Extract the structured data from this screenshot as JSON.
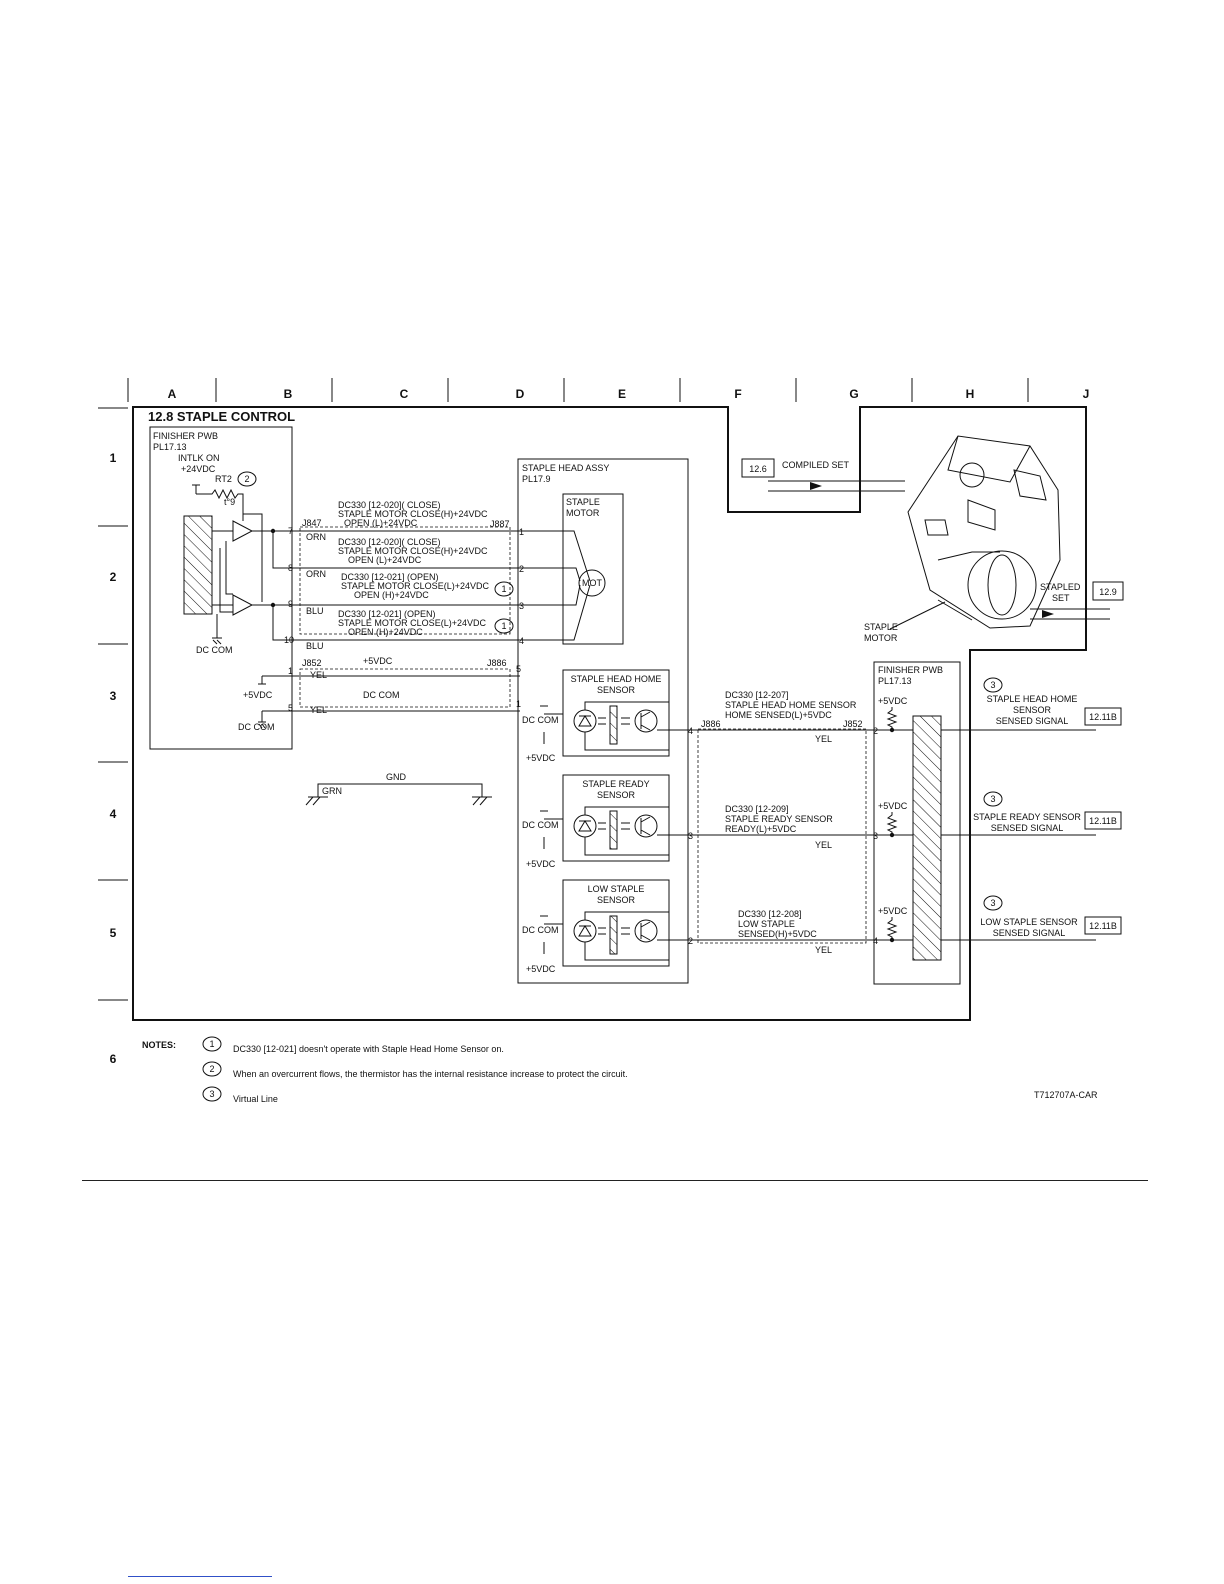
{
  "diagram": {
    "title": "12.8 STAPLE CONTROL",
    "drawing_id": "T712707A-CAR",
    "col_labels": [
      "A",
      "B",
      "C",
      "D",
      "E",
      "F",
      "G",
      "H",
      "J"
    ],
    "row_labels": [
      "1",
      "2",
      "3",
      "4",
      "5",
      "6"
    ],
    "finisher_pwb_left": {
      "name": "FINISHER PWB",
      "pl": "PL17.13",
      "intlk": "INTLK ON",
      "v24": "+24VDC",
      "rt2": "RT2",
      "thermo": "t°9",
      "dccom": "DC COM"
    },
    "staple_head_assy": {
      "name": "STAPLE HEAD ASSY",
      "pl": "PL17.9",
      "motor": "STAPLE MOTOR",
      "mot": "MOT"
    },
    "connectors": {
      "j847": "J847",
      "j887": "J887",
      "j852": "J852",
      "j886": "J886"
    },
    "pins": {
      "p7": "7",
      "p8": "8",
      "p9": "9",
      "p10": "10",
      "p1": "1",
      "p5": "5",
      "p2": "2",
      "p3": "3",
      "p4": "4"
    },
    "wire_colors": {
      "orn": "ORN",
      "blu": "BLU",
      "yel": "YEL",
      "grn": "GRN"
    },
    "signals": {
      "s1a": "DC330 [12-020]( CLOSE)",
      "s1b": "STAPLE MOTOR CLOSE(H)+24VDC",
      "s1c": "OPEN (L)+24VDC",
      "s2a": "DC330 [12-020]( CLOSE)",
      "s2b": "STAPLE MOTOR CLOSE(H)+24VDC",
      "s2c": "OPEN (L)+24VDC",
      "s3a": "DC330 [12-021] (OPEN)",
      "s3b": "STAPLE MOTOR CLOSE(L)+24VDC",
      "s3c": "OPEN (H)+24VDC",
      "s4a": "DC330 [12-021] (OPEN)",
      "s4b": "STAPLE MOTOR CLOSE(L)+24VDC",
      "s4c": "OPEN (H)+24VDC"
    },
    "power": {
      "v5": "+5VDC",
      "dccom": "DC COM",
      "gnd": "GND"
    },
    "sensors": {
      "home_a": "STAPLE HEAD HOME",
      "home_b": "SENSOR",
      "ready_a": "STAPLE READY",
      "ready_b": "SENSOR",
      "low_a": "LOW STAPLE",
      "low_b": "SENSOR"
    },
    "sensor_signals": {
      "h1": "DC330 [12-207]",
      "h2": "STAPLE HEAD HOME SENSOR",
      "h3": "HOME SENSED(L)+5VDC",
      "r1": "DC330 [12-209]",
      "r2": "STAPLE READY SENSOR",
      "r3": "READY(L)+5VDC",
      "l1": "DC330 [12-208]",
      "l2": "LOW STAPLE",
      "l3": "SENSED(H)+5VDC"
    },
    "finisher_pwb_right": {
      "name": "FINISHER PWB",
      "pl": "PL17.13"
    },
    "outputs": {
      "o1a": "STAPLE HEAD HOME",
      "o1b": "SENSOR",
      "o1c": "SENSED SIGNAL",
      "o2a": "STAPLE READY SENSOR",
      "o2b": "SENSED SIGNAL",
      "o3a": "LOW STAPLE SENSOR",
      "o3b": "SENSED SIGNAL",
      "ref": "12.11B"
    },
    "flags": {
      "f126": "12.6",
      "compiled": "COMPILED SET",
      "f129": "12.9",
      "stapled_a": "STAPLED",
      "stapled_b": "SET",
      "motor_a": "STAPLE",
      "motor_b": "MOTOR"
    },
    "notes": {
      "label": "NOTES:",
      "n1_num": "1",
      "n1": "DC330 [12-021] doesn't operate with Staple Head Home Sensor on.",
      "n2_num": "2",
      "n2": "When an overcurrent flows, the thermistor has the internal resistance increase to protect the circuit.",
      "n3_num": "3",
      "n3": "Virtual Line"
    }
  }
}
